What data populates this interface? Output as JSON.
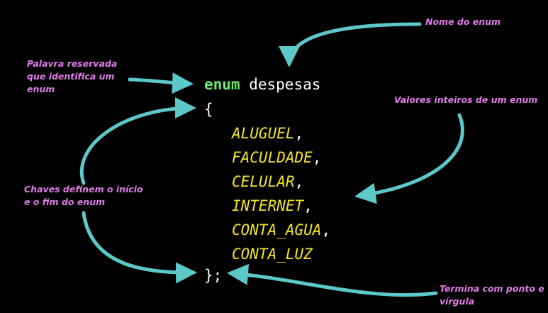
{
  "annotations": {
    "enum_name": "Nome do enum",
    "reserved_word": [
      "Palavra reservada",
      "que identifica um",
      "enum"
    ],
    "integer_values": "Valores inteiros de um enum",
    "braces": [
      "Chaves definem o início",
      "e o fim do enum"
    ],
    "terminator": [
      "Termina com ponto e",
      "vírgula"
    ]
  },
  "code": {
    "keyword": "enum",
    "name": "despesas",
    "open_brace": "{",
    "values": [
      "ALUGUEL",
      "FACULDADE",
      "CELULAR",
      "INTERNET",
      "CONTA_AGUA",
      "CONTA_LUZ"
    ],
    "separator": ",",
    "close": "};"
  },
  "colors": {
    "background": "#000000",
    "keyword": "#6ee86a",
    "identifier": "#ffffff",
    "enum_value": "#f2e51f",
    "annotation_text": "#e07ce8",
    "arrow": "#5cc8c8"
  }
}
